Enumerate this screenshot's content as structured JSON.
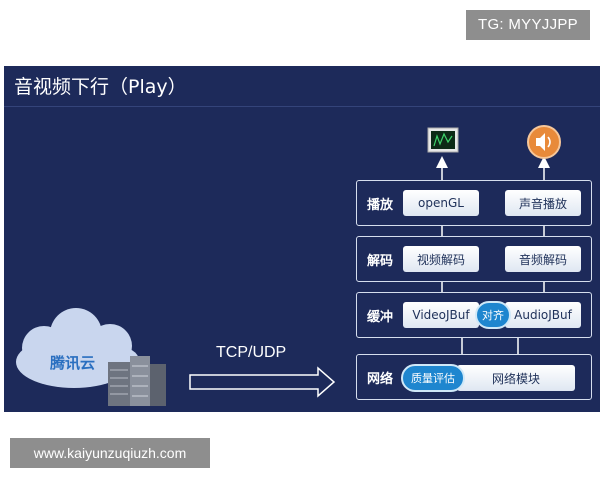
{
  "watermark_tg": "TG: MYYJJPP",
  "watermark_url": "www.kaiyunzuqiuzh.com",
  "slide": {
    "title": "音视频下行（Play）",
    "cloud_label": "腾讯云",
    "protocol_label": "TCP/UDP",
    "layers": {
      "play": {
        "label": "播放",
        "left": "openGL",
        "right": "声音播放"
      },
      "decode": {
        "label": "解码",
        "left": "视频解码",
        "right": "音频解码"
      },
      "buffer": {
        "label": "缓冲",
        "left": "VideoJBuf",
        "right": "AudioJBuf",
        "align": "对齐"
      },
      "network": {
        "label": "网络",
        "left": "质量评估",
        "right": "网络模块"
      }
    },
    "outputs": {
      "video": "monitor-icon",
      "audio": "speaker-icon"
    },
    "colors": {
      "background": "#1d2a5a",
      "accent": "#1e86cf",
      "module": "#ffffff"
    }
  }
}
